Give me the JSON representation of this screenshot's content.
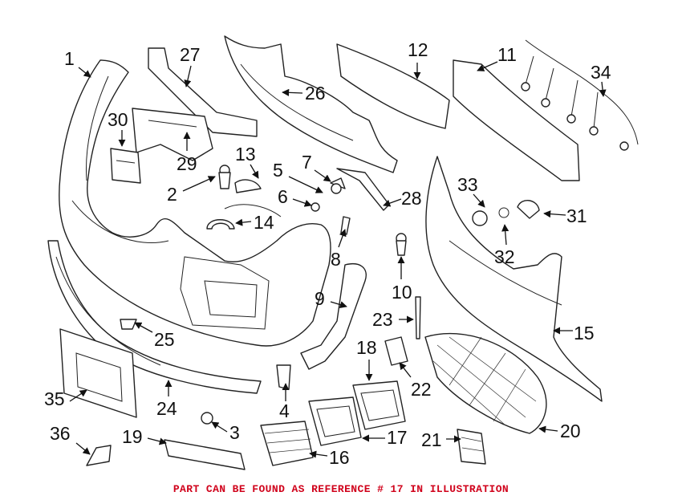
{
  "diagram": {
    "reference_numbers": [
      "1",
      "2",
      "3",
      "4",
      "5",
      "6",
      "7",
      "8",
      "9",
      "10",
      "11",
      "12",
      "13",
      "14",
      "15",
      "16",
      "17",
      "18",
      "19",
      "20",
      "21",
      "22",
      "23",
      "24",
      "25",
      "26",
      "27",
      "28",
      "29",
      "30",
      "31",
      "32",
      "33",
      "34",
      "35",
      "36"
    ]
  },
  "footer": {
    "note": "PART CAN BE FOUND AS REFERENCE # 17 IN ILLUSTRATION",
    "note_color": "#d0021b"
  }
}
